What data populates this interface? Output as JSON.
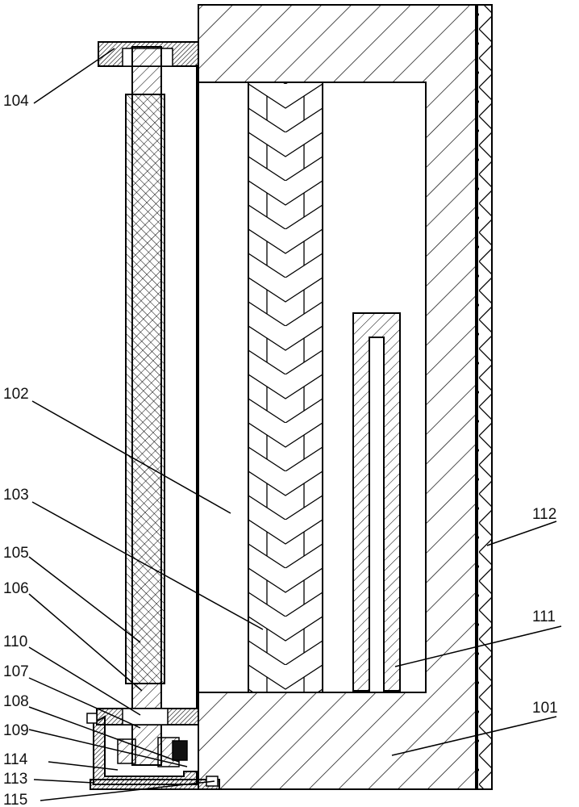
{
  "labels": {
    "l101": "101",
    "l102": "102",
    "l103": "103",
    "l104": "104",
    "l105": "105",
    "l106": "106",
    "l107": "107",
    "l108": "108",
    "l109": "109",
    "l110": "110",
    "l111": "111",
    "l112": "112",
    "l113": "113",
    "l114": "114",
    "l115": "115"
  }
}
